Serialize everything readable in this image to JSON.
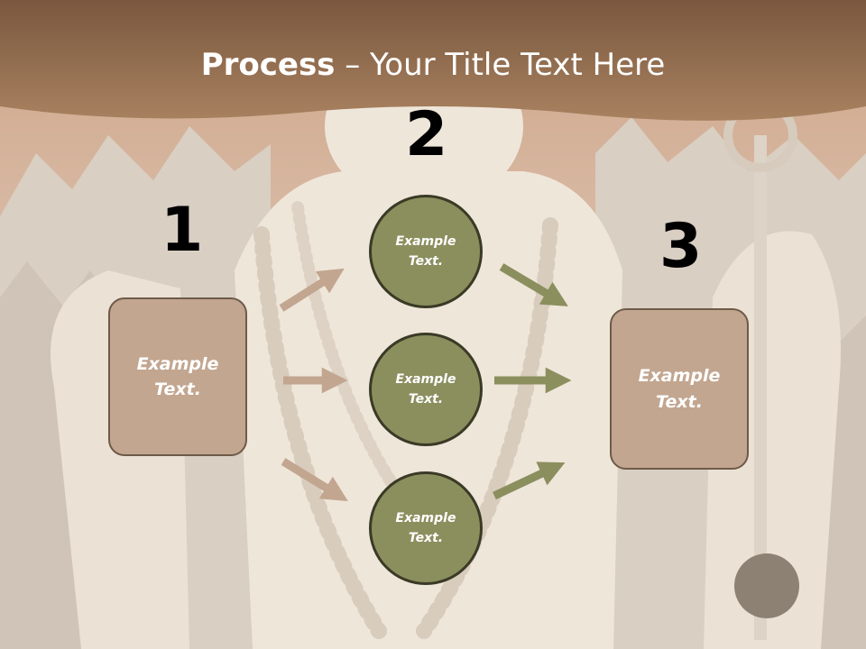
{
  "title": {
    "bold": "Process",
    "rest": " – Your Title Text Here"
  },
  "steps": {
    "n1": "1",
    "n2": "2",
    "n3": "3"
  },
  "left_box": {
    "text": "Example\nText."
  },
  "right_box": {
    "text": "Example\nText."
  },
  "circles": [
    {
      "text": "Example\nText."
    },
    {
      "text": "Example\nText."
    },
    {
      "text": "Example\nText."
    }
  ],
  "colors": {
    "header": "#9a7358",
    "box_fill": "#c2a690",
    "circle_fill": "#8b8f5e",
    "arrow_left": "#c2a690",
    "arrow_right": "#8b8f5e"
  }
}
